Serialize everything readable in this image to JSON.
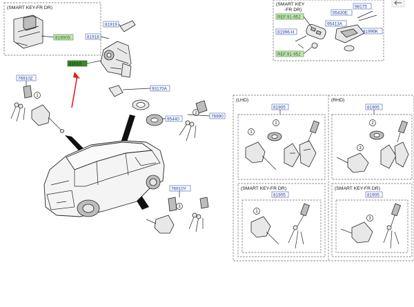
{
  "groups": {
    "topleft": {
      "header": "(SMART KEY-FR DR)",
      "part": "81900S"
    },
    "topright": {
      "header_line1": "(SMART KEY",
      "header_line2": "-FR DR)"
    },
    "lhd": {
      "header": "(LHD)",
      "part": "81905"
    },
    "rhd": {
      "header": "(RHD)",
      "part": "81905"
    },
    "lhd_smart": {
      "header": "(SMART KEY-FR DR)",
      "part": "81905"
    },
    "rhd_smart": {
      "header": "(SMART KEY-FR DR)",
      "part": "81905"
    }
  },
  "labels": {
    "p81919": "81919",
    "p81918": "81918",
    "p81910": "81910",
    "p93170A": "93170A",
    "p76990": "76990",
    "p95440": "95440",
    "p76910Z": "76910Z",
    "p76910Y": "76910Y",
    "ref1": "REF.91-952",
    "ref2": "REF.91-952",
    "p81996H": "81996-H",
    "p98175": "98175",
    "p95430E": "95430E",
    "p95413A": "95413A",
    "p81996K": "81996K"
  },
  "callouts": {
    "one": "1",
    "two": "2",
    "three": "3"
  },
  "colors": {
    "label_text": "#1a3a9c",
    "highlight_part": "#3c8a2a",
    "ref_box": "#c9e8b8",
    "arrow": "#e02020"
  }
}
